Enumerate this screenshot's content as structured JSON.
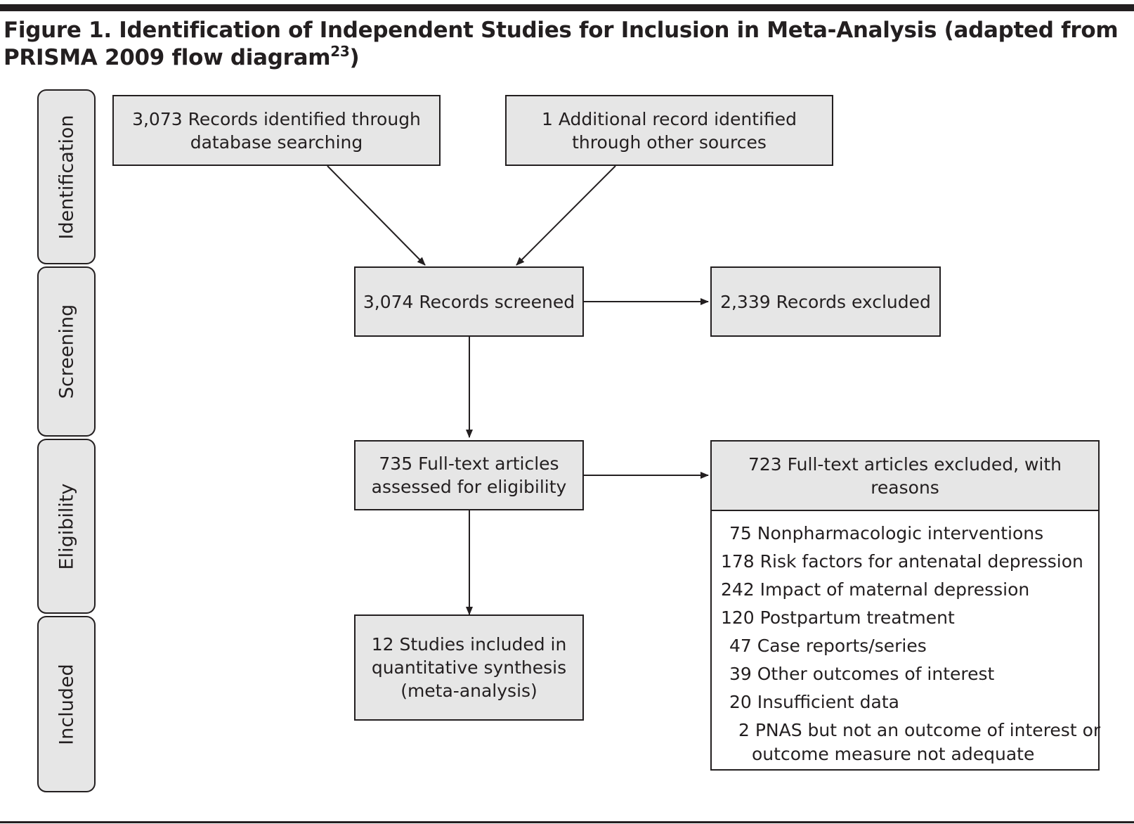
{
  "figure": {
    "title": "Figure 1. Identification of Independent Studies for Inclusion in Meta-Analysis (adapted from PRISMA 2009 flow diagram",
    "title_ref": "23",
    "title_close": ")"
  },
  "stages": {
    "identification": "Identification",
    "screening": "Screening",
    "eligibility": "Eligibility",
    "included": "Included"
  },
  "boxes": {
    "database_records": [
      "3,073 Records identified through",
      "database searching"
    ],
    "other_sources": [
      "1 Additional record identified",
      "through other sources"
    ],
    "screened": "3,074 Records screened",
    "excluded": "2,339 Records excluded",
    "full_text": [
      "735 Full-text articles",
      "assessed for eligibility"
    ],
    "full_text_excluded": "723 Full-text articles excluded, with reasons",
    "included": [
      "12 Studies included in",
      "quantitative synthesis",
      "(meta-analysis)"
    ]
  },
  "exclusion_reasons": [
    "75 Nonpharmacologic interventions",
    "178 Risk factors for antenatal depression",
    "242 Impact of maternal depression",
    "120 Postpartum treatment",
    "47 Case reports/series",
    "39 Other outcomes of interest",
    "20 Insufficient data",
    "2 PNAS but not an outcome of interest or"
  ],
  "exclusion_reason_continuation": "outcome measure not adequate",
  "colors": {
    "ink": "#231f20",
    "box_fill": "#e6e6e6",
    "background": "#ffffff"
  }
}
